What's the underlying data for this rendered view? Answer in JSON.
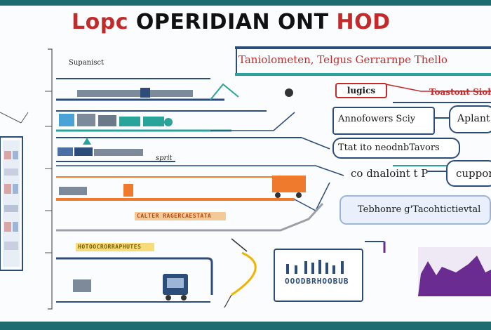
{
  "title": {
    "part1": "Lopc",
    "part2": " OPERIDIAN",
    "part3": " ONT",
    "part4": " HOD"
  },
  "left_panel": {
    "label": "Supanisct"
  },
  "header_banner": {
    "text": "Taniolometen,  Telgus  Gerrarnpe  Thello"
  },
  "nodes": {
    "logistics": "lugics",
    "toaston": "Toastont Sioh",
    "anno_tower": "Annofowers Sciy",
    "aplant": "Aplant",
    "navigators": "Ttat ito neodnbTavors",
    "sprit": "sprit",
    "doudlo": "co dnaloint t P",
    "support": "cuppor",
    "telephone": "Tebhonre g'Tacohtictievtal",
    "bottom_box": "OOODBRHOOBUB"
  },
  "ribbons": {
    "orange": "CALTER RAGERCAESTATA",
    "yellow": "HOTOOCRORRAPHUTES"
  },
  "colors": {
    "frame": "#1e6b70",
    "title_red": "#c42a2a",
    "navy": "#2c4c7a",
    "teal": "#2aa39a",
    "orange": "#ef7a2e",
    "purple": "#6a2c91",
    "gray": "#9aa0a6",
    "yellow": "#f0b400"
  }
}
